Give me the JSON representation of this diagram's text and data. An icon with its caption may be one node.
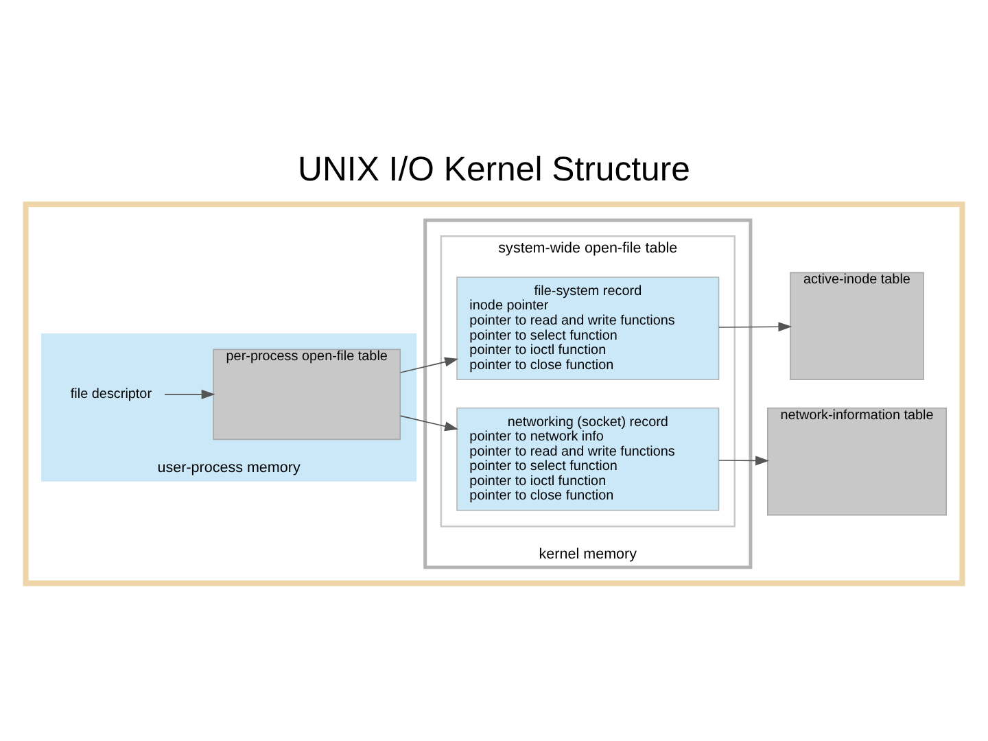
{
  "diagram": {
    "title": "UNIX I/O Kernel Structure",
    "nodes": [
      {
        "text": [],
        "shape": "box"
      },
      {
        "text": [
          "user-process memory"
        ],
        "in": 0
      },
      {
        "text": [
          "file descriptor"
        ],
        "in": 1
      },
      {
        "text": [
          "per-process open-file table"
        ],
        "in": 1
      },
      {
        "text": [
          "kernel memory"
        ],
        "in": 0
      },
      {
        "text": [
          "system-wide open-file table"
        ],
        "in": 4
      },
      {
        "text": [
          "file-system record",
          "inode pointer",
          "pointer to read and write functions",
          "pointer to select function",
          "pointer to ioctl function",
          "pointer to close function"
        ],
        "in": 5
      },
      {
        "text": [
          "networking (socket) record",
          "pointer to network info",
          "pointer to read and write functions",
          "pointer to select function",
          "pointer to ioctl function",
          "pointer to close function"
        ],
        "in": 5
      },
      {
        "text": [
          "active-inode table"
        ],
        "in": 0
      },
      {
        "text": [
          "network-information table"
        ],
        "in": 0
      }
    ],
    "edges": [
      {
        "from": 2,
        "to": 3,
        "arrow": "to"
      },
      {
        "from": 3,
        "to": 6,
        "arrow": "to"
      },
      {
        "from": 3,
        "to": 7,
        "arrow": "to"
      },
      {
        "from": 6,
        "to": 8,
        "arrow": "to"
      },
      {
        "from": 7,
        "to": 9,
        "arrow": "to"
      }
    ]
  }
}
